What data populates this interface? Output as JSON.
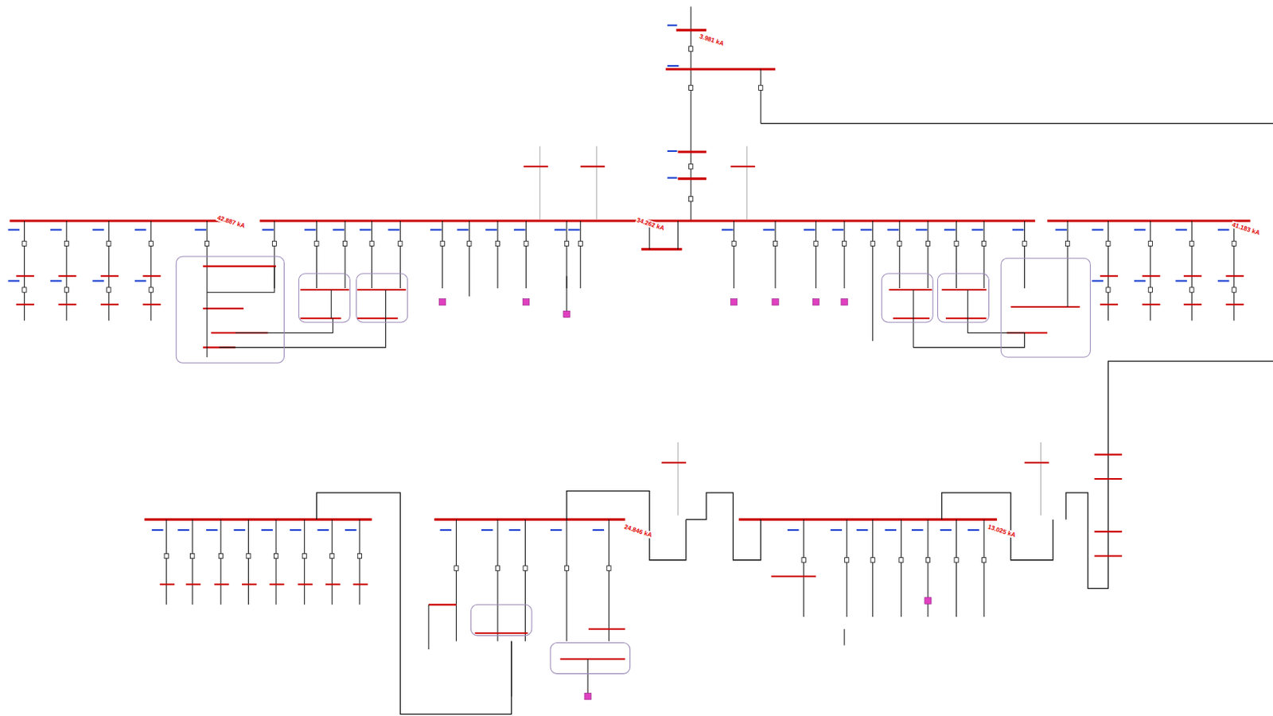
{
  "diagram": {
    "labels": [
      "42.887 kA",
      "34.262 kA",
      "3.981 kA",
      "41.183 kA",
      "24.846 kA",
      "13.025 kA"
    ]
  }
}
